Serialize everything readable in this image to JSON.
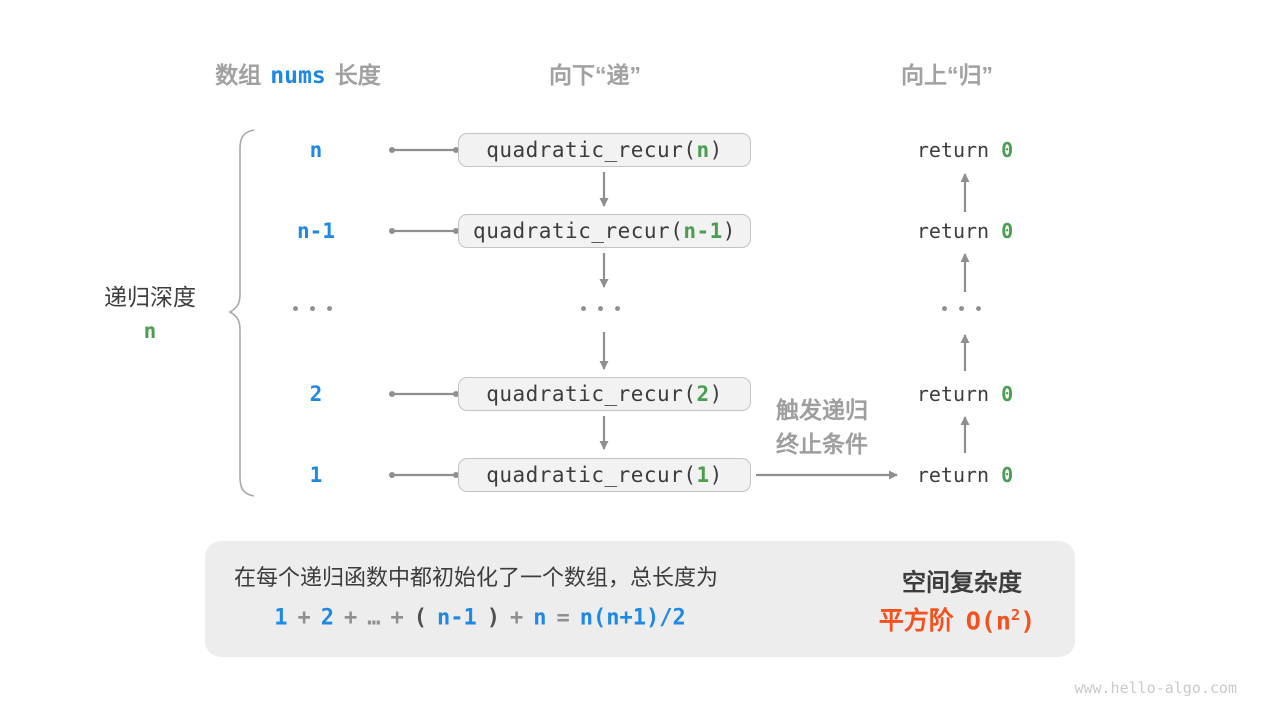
{
  "palette": {
    "blue": "#1e88e5",
    "green": "#4a9e50",
    "orange": "#f4511e",
    "gray_label": "#a1a1a1",
    "dark_text": "#3d3d3d",
    "line_gray": "#8f8f8f",
    "box_fill": "#f2f2f2",
    "box_border": "#c3c3c3",
    "panel_fill": "#ededed",
    "watermark_gray": "#c9c9c9"
  },
  "headers": {
    "array_prefix": "数组",
    "array_name": "nums",
    "array_suffix": "长度",
    "descend": "向下“递”",
    "ascend": "向上“归”"
  },
  "depth_label": {
    "title": "递归深度",
    "value": "n"
  },
  "rows": [
    {
      "depth": "n",
      "call_prefix": "quadratic_recur(",
      "arg": "n",
      "call_suffix": ")",
      "return_keyword": "return",
      "return_value": "0"
    },
    {
      "depth": "n-1",
      "call_prefix": "quadratic_recur(",
      "arg": "n-1",
      "call_suffix": ")",
      "return_keyword": "return",
      "return_value": "0"
    },
    {
      "depth": "2",
      "call_prefix": "quadratic_recur(",
      "arg": "2",
      "call_suffix": ")",
      "return_keyword": "return",
      "return_value": "0"
    },
    {
      "depth": "1",
      "call_prefix": "quadratic_recur(",
      "arg": "1",
      "call_suffix": ")",
      "return_keyword": "return",
      "return_value": "0"
    }
  ],
  "ellipsis": "•••",
  "trigger_note": {
    "line1": "触发递归",
    "line2": "终止条件"
  },
  "panel": {
    "description": "在每个递归函数中都初始化了一个数组，总长度为",
    "formula": [
      "1",
      "+",
      "2",
      "+",
      "…",
      "+",
      "(",
      "n-1",
      ")",
      "+",
      "n",
      "=",
      "n(n+1)/2"
    ],
    "complexity_title": "空间复杂度",
    "complexity_class": "平方阶",
    "big_o_prefix": "O(n",
    "big_o_exponent": "2",
    "big_o_suffix": ")"
  },
  "watermark": "www.hello-algo.com"
}
